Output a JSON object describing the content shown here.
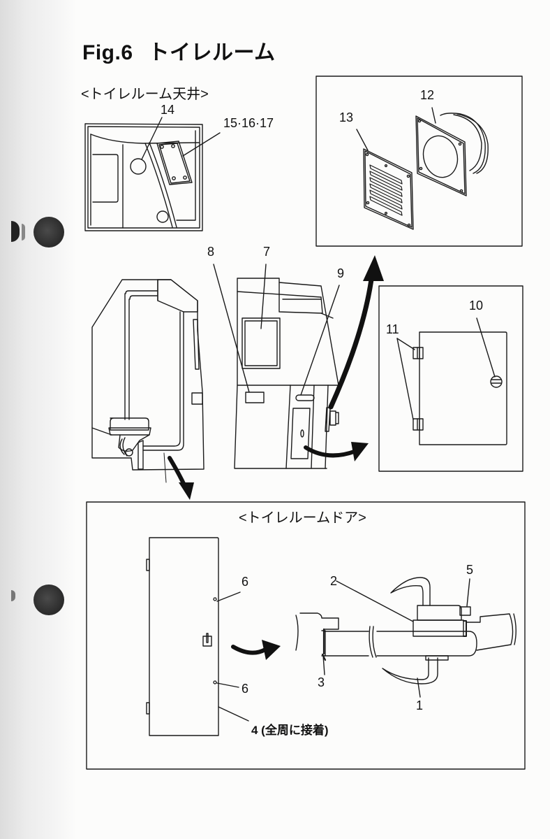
{
  "figure": {
    "number": "Fig.6",
    "title": "トイレルーム"
  },
  "sections": {
    "ceiling": {
      "title": "<トイレルーム天井>"
    },
    "door": {
      "title": "<トイレルームドア>"
    }
  },
  "callouts": {
    "c1": "1",
    "c2": "2",
    "c3": "3",
    "c4": "4 (全周に接着)",
    "c5": "5",
    "c6a": "6",
    "c6b": "6",
    "c7": "7",
    "c8": "8",
    "c9": "9",
    "c10": "10",
    "c11": "11",
    "c12": "12",
    "c13": "13",
    "c14": "14",
    "c15_17": "15·16·17"
  },
  "colors": {
    "ink": "#1a1a1a",
    "paper": "#fcfcfb",
    "hole": "#2e2e2e"
  }
}
